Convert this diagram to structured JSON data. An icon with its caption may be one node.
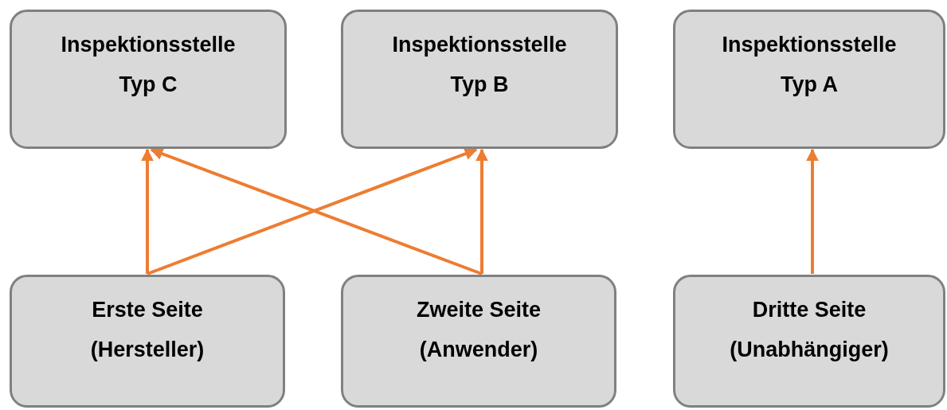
{
  "diagram": {
    "nodes": [
      {
        "text": [
          "Inspektionsstelle Typ C"
        ]
      },
      {
        "text": [
          "Inspektionsstelle Typ B"
        ]
      },
      {
        "text": [
          "Inspektionsstelle Typ A"
        ]
      },
      {
        "text": [
          "Erste Seite (Hersteller)"
        ]
      },
      {
        "text": [
          "Zweite Seite (Anwender)"
        ]
      },
      {
        "text": [
          "Dritte Seite (Unabhängiger)"
        ]
      }
    ],
    "edges": [
      {
        "from": 3,
        "to": 0,
        "arrow": "to"
      },
      {
        "from": 3,
        "to": 1,
        "arrow": "to"
      },
      {
        "from": 4,
        "to": 0,
        "arrow": "to"
      },
      {
        "from": 4,
        "to": 1,
        "arrow": "to"
      },
      {
        "from": 5,
        "to": 2,
        "arrow": "to"
      }
    ]
  }
}
